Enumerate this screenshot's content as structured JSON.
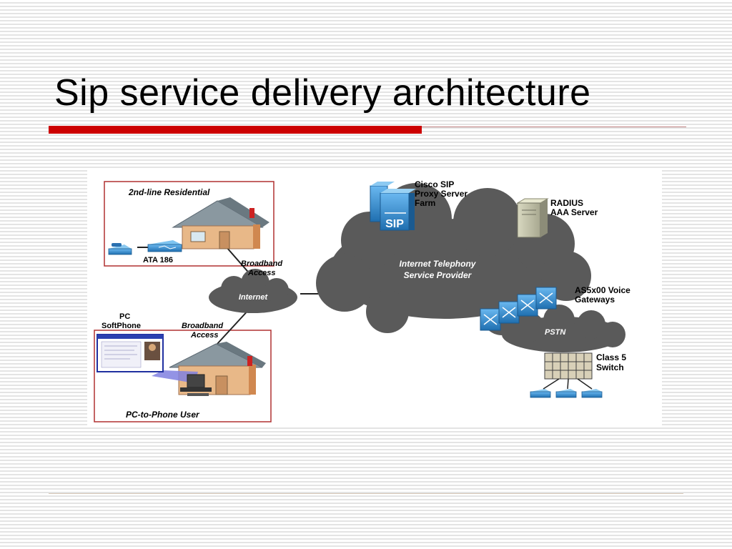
{
  "slide": {
    "title": "Sip service delivery architecture"
  },
  "colors": {
    "accent_red": "#cc0000",
    "thin_rule": "#c08080",
    "footer_rule": "#d8c8b8",
    "box_border": "#b03030",
    "cloud": "#5a5a5a",
    "device_blue": "#3a8fd0",
    "house_wall": "#e8b888",
    "house_roof": "#8a98a0"
  },
  "diagram": {
    "residential_box_label": "2nd-line Residential",
    "ata_label": "ATA 186",
    "broadband_access_top": [
      "Broadband",
      "Access"
    ],
    "internet_label": "Internet",
    "pc_softphone_label": [
      "PC",
      "SoftPhone"
    ],
    "broadband_access_bottom": [
      "Broadband",
      "Access"
    ],
    "pc_to_phone_label": "PC-to-Phone User",
    "sip_proxy_label": [
      "Cisco SIP",
      "Proxy Server",
      "Farm"
    ],
    "sip_logo_text": "SIP",
    "radius_label": [
      "RADIUS",
      "AAA Server"
    ],
    "itsp_label": [
      "Internet Telephony",
      "Service Provider"
    ],
    "gateways_label": [
      "AS5x00 Voice",
      "Gateways"
    ],
    "pstn_label": "PSTN",
    "class5_label": [
      "Class 5",
      "Switch"
    ]
  }
}
